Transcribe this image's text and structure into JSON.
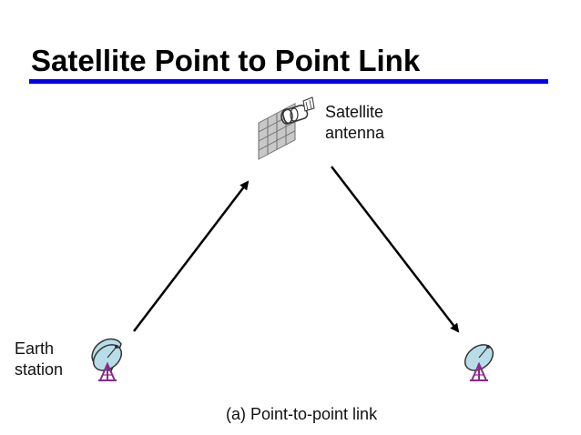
{
  "slide": {
    "title": "Satellite Point to Point Link",
    "accent_color": "#0000ee"
  },
  "diagram": {
    "satellite": {
      "icon": "satellite-icon",
      "label_line1": "Satellite",
      "label_line2": "antenna"
    },
    "earth_station": {
      "icon": "satellite-dish-icon",
      "label_line1": "Earth",
      "label_line2": "station"
    },
    "receiving_station": {
      "icon": "satellite-dish-icon"
    },
    "uplink_arrow": {
      "icon": "arrow-up-right-icon"
    },
    "downlink_arrow": {
      "icon": "arrow-down-right-icon"
    },
    "caption": "(a) Point-to-point link"
  }
}
